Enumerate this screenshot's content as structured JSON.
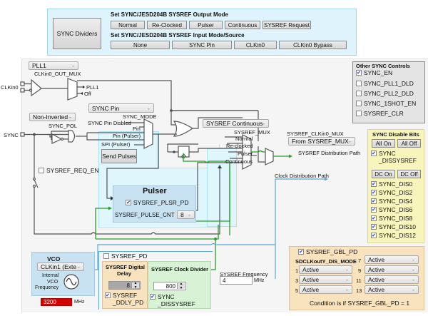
{
  "top_panel": {
    "sync_dividers_label": "SYNC Dividers",
    "output_mode_title": "Set SYNC/JESD204B SYSREF Output Mode",
    "output_mode_buttons": [
      "Normal",
      "Re-Clocked",
      "Pulser",
      "Continuous",
      "SYSREF Request"
    ],
    "input_mode_title": "Set SYNC/JESD204B SYSREF Input Mode/Source",
    "input_mode_buttons": [
      "None",
      "SYNC Pin",
      "CLKin0",
      "CLKin0 Bypass"
    ]
  },
  "diagram": {
    "clkin0_out_mux": {
      "value": "PLL1",
      "label": "CLKin0_OUT_MUX",
      "outputs": [
        "PLL1",
        "Off"
      ]
    },
    "clkin0_label": "CLKin0",
    "sync_label": "SYNC",
    "sync_pol": {
      "value": "Non-Inverted",
      "label": "SYNC_POL"
    },
    "sync_mode": {
      "value": "SYNC Pin",
      "label": "SYNC_MODE",
      "inputs": [
        "SYNC Pin Disbled",
        "Pin",
        "Pin (Pulser)",
        "SPI (Pulser)"
      ]
    },
    "send_pulses_label": "Send Pulses",
    "sysref_req_en": {
      "label": "SYSREF_REQ_EN",
      "checked": false
    },
    "pulser": {
      "title": "Pulser",
      "plsr_pd": {
        "label": "SYSREF_PLSR_PD",
        "checked": true
      },
      "pulse_cnt_label": "SYSREF_PULSE_CNT",
      "pulse_cnt_value": "8"
    },
    "sysref_mux": {
      "value": "SYSREF Continuous",
      "label": "SYSREF_MUX",
      "inputs": [
        "Normal",
        "Re-clocked",
        "Pulser",
        "Continuous"
      ]
    },
    "sysref_clkin0_mux": {
      "value": "From SYSREF_MUX",
      "label": "SYSREF_CLKin0_MUX"
    },
    "sysref_distribution_label": "SYSREF Distribution Path",
    "clock_distribution_label": "Clock Distribution Path"
  },
  "other_sync_controls": {
    "title": "Other SYNC Controls",
    "items": [
      {
        "label": "SYNC_EN",
        "checked": true
      },
      {
        "label": "SYNC_PLL1_DLD",
        "checked": false
      },
      {
        "label": "SYNC_PLL2_DLD",
        "checked": false
      },
      {
        "label": "SYNC_1SHOT_EN",
        "checked": false
      },
      {
        "label": "SYSREF_CLR",
        "checked": false
      }
    ]
  },
  "sync_disable_bits": {
    "title": "SYNC Disable Bits",
    "all_on": "All On",
    "all_off": "All Off",
    "dissysref_line1": "SYNC",
    "dissysref_line2": "_DISSYSREF",
    "dissysref_checked": true,
    "dc_on": "DC On",
    "dc_off": "DC Off",
    "items": [
      {
        "label": "SYNC_DIS0",
        "checked": true
      },
      {
        "label": "SYNC_DIS2",
        "checked": true
      },
      {
        "label": "SYNC_DIS4",
        "checked": true
      },
      {
        "label": "SYNC_DIS6",
        "checked": true
      },
      {
        "label": "SYNC_DIS8",
        "checked": true
      },
      {
        "label": "SYNC_DIS10",
        "checked": true
      },
      {
        "label": "SYNC_DIS12",
        "checked": true
      }
    ]
  },
  "vco": {
    "title": "VCO",
    "source": "CLKin1 (Exte",
    "freq_label_1": "Internal",
    "freq_label_2": "VCO",
    "freq_label_3": "Frequency",
    "frequency": "3200",
    "unit": "MHz",
    "alarm_color": "#d40000"
  },
  "sysref_pd": {
    "label": "SYSREF_PD",
    "checked": false
  },
  "digital_delay": {
    "title_1": "SYSREF Digital",
    "title_2": "Delay",
    "value": "8",
    "ddly_pd_line1": "SYSREF",
    "ddly_pd_line2": "_DDLY_PD",
    "ddly_pd_checked": true
  },
  "clock_divider": {
    "title": "SYSREF Clock Divider",
    "value": "800",
    "dissysref_line1": "SYNC",
    "dissysref_line2": "_DISSYSREF",
    "dissysref_checked": true
  },
  "sysref_frequency": {
    "label": "SYSREF Frequency",
    "value": "4",
    "unit": "MHz"
  },
  "gbl_pd": {
    "checkbox_label": "SYSREF_GBL_PD",
    "checked": true,
    "mode_title": "SDCLKoutY_DIS_MODE",
    "rows": [
      {
        "num": "7",
        "value": "Active"
      },
      {
        "num": "1",
        "value": "Active"
      },
      {
        "num": "9",
        "value": "Active"
      },
      {
        "num": "3",
        "value": "Active"
      },
      {
        "num": "11",
        "value": "Active"
      },
      {
        "num": "5",
        "value": "Active"
      },
      {
        "num": "13",
        "value": "Active"
      }
    ],
    "condition": "Condition is if SYSREF_GBL_PD = 1"
  }
}
